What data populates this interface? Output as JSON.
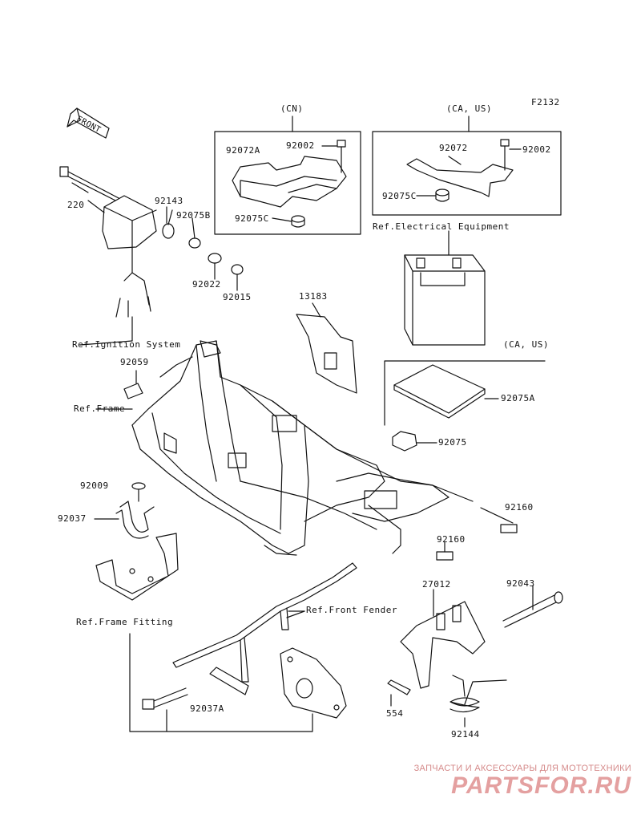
{
  "diagram_code": "F2132",
  "front_marker": "FRONT",
  "groups": [
    {
      "key": "cn",
      "label": "(CN)"
    },
    {
      "key": "ca_us_top",
      "label": "(CA, US)"
    },
    {
      "key": "ca_us_mid",
      "label": "(CA, US)"
    }
  ],
  "part_numbers": {
    "p220": "220",
    "p92143": "92143",
    "p92075B": "92075B",
    "p92022": "92022",
    "p92015": "92015",
    "p92072A": "92072A",
    "p92002_cn": "92002",
    "p92075C_cn": "92075C",
    "p92072": "92072",
    "p92002_us": "92002",
    "p92075C_us": "92075C",
    "p13183": "13183",
    "p92059": "92059",
    "p92075A": "92075A",
    "p92075": "92075",
    "p92160_a": "92160",
    "p92160_b": "92160",
    "p92009": "92009",
    "p92037": "92037",
    "p27012": "27012",
    "p92043": "92043",
    "p554": "554",
    "p92144": "92144",
    "p92037A": "92037A"
  },
  "references": {
    "electrical": "Ref.Electrical Equipment",
    "ignition": "Ref.Ignition System",
    "frame": "Ref.Frame",
    "frame_fitting": "Ref.Frame Fitting",
    "front_fender": "Ref.Front Fender"
  },
  "watermark": {
    "top": "ЗАПЧАСТИ И АКСЕССУАРЫ ДЛЯ МОТОТЕХНИКИ",
    "main": "PARTSFOR.RU",
    "color": "#e4a0a0"
  }
}
